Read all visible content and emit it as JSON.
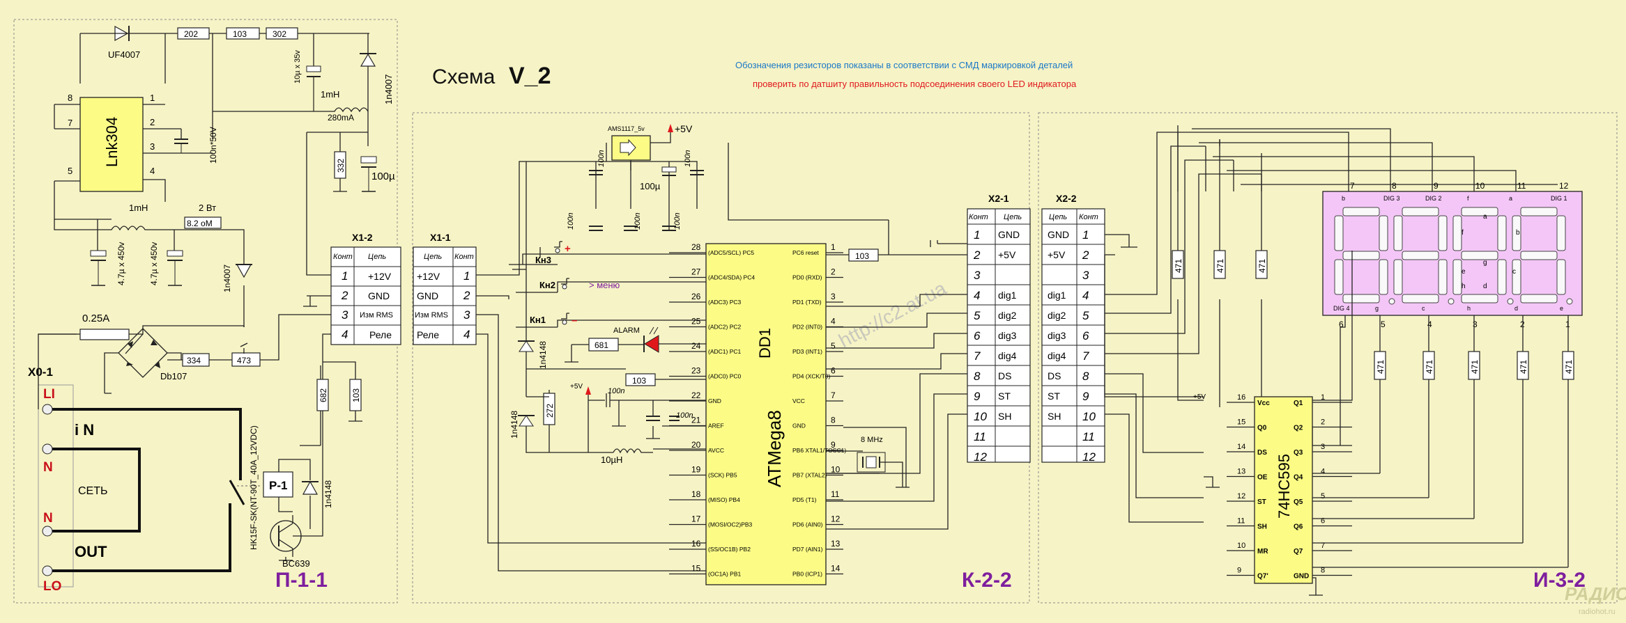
{
  "title": "Схема",
  "version": "V_2",
  "notes": {
    "smd": "Обозначения резисторов показаны в соответствии с СМД маркировкой деталей",
    "led": "проверить  по датшиту правильность подсоединения своего LED индикатора"
  },
  "colors": {
    "smd_note": "#1a78c8",
    "led_note": "#e0181c",
    "block_label": "#7e1f9e",
    "io_label": "#c8101a",
    "ic_fill": "#fbfb86"
  },
  "watermark": "http://c2.at.ua",
  "blocks": {
    "power": "П-1-1",
    "controller": "К-2-2",
    "indicator": "И-3-2"
  },
  "power": {
    "diode_in": "UF4007",
    "r_a": "202",
    "r_b": "103",
    "r_c": "302",
    "cap_10u": "10µ x 35v",
    "d_fly": "1n4007",
    "chip": "Lnk304",
    "cap_100n": "100n*50V",
    "ind_1": "1mH",
    "ind_1b": "280mA",
    "r_332": "332",
    "cap_100u": "100µ",
    "ind_2": "1mH",
    "pwr_2w": "2 Вт",
    "r_82": "8.2 оМ",
    "cap_bulk_1": "4.7µ x 450v",
    "cap_bulk_2": "4.7µ x 450v",
    "d_4007": "1n4007",
    "fuse": "0.25A",
    "bridge": "Db107",
    "r_334": "334",
    "r_473": "473",
    "r_682": "682",
    "r_103": "103",
    "relay": "Р-1",
    "relay_type": "HK15F-SK(NT-90T_40A_12VDC)",
    "d_4148": "1n4148",
    "transistor": "BC639",
    "x0": "X0-1",
    "terminals": {
      "li": "LI",
      "in": "i N",
      "n1": "N",
      "mains": "СЕТЬ",
      "n2": "N",
      "out": "OUT",
      "lo": "LO"
    }
  },
  "connector_x1_2": {
    "name": "X1-2",
    "h_num": "Конт",
    "h_sig": "Цепь",
    "rows": [
      {
        "n": "1",
        "s": "+12V"
      },
      {
        "n": "2",
        "s": "GND"
      },
      {
        "n": "3",
        "s": "Изм RMS"
      },
      {
        "n": "4",
        "s": "Реле"
      }
    ]
  },
  "connector_x1_1": {
    "name": "X1-1",
    "h_sig": "Цепь",
    "h_num": "Конт",
    "rows": [
      {
        "n": "1",
        "s": "+12V"
      },
      {
        "n": "2",
        "s": "GND"
      },
      {
        "n": "3",
        "s": "Изм RMS"
      },
      {
        "n": "4",
        "s": "Реле"
      }
    ]
  },
  "controller": {
    "ams": "AMS1117_5v",
    "v5": "+5V",
    "v5b": "+5V",
    "c1": "100n",
    "c2": "100n",
    "c3": "100n",
    "c4": "100n",
    "c5": "100n",
    "c6": "100n",
    "c7": "100n",
    "c_100u": "100µ",
    "kn3": "Кн3",
    "kn2": "Кн2",
    "kn1": "Кн1",
    "plus": "+",
    "menu": "> меню",
    "minus": "–",
    "alarm": "ALARM",
    "r681": "681",
    "r103a": "103",
    "r103b": "103",
    "d1": "1n4148",
    "d2": "1n4148",
    "r272": "272",
    "l10u": "10µH",
    "quartz": "8 MHz",
    "mcu": "ATMega8",
    "dd1": "DD1",
    "left_pins": [
      {
        "n": "28",
        "l": "(ADC5/SCL) PC5"
      },
      {
        "n": "27",
        "l": "(ADC4/SDA) PC4"
      },
      {
        "n": "26",
        "l": "(ADC3) PC3"
      },
      {
        "n": "25",
        "l": "(ADC2) PC2"
      },
      {
        "n": "24",
        "l": "(ADC1) PC1"
      },
      {
        "n": "23",
        "l": "(ADC0) PC0"
      },
      {
        "n": "22",
        "l": "GND"
      },
      {
        "n": "21",
        "l": "AREF"
      },
      {
        "n": "20",
        "l": "AVCC"
      },
      {
        "n": "19",
        "l": "(SCK) PB5"
      },
      {
        "n": "18",
        "l": "(MISO) PB4"
      },
      {
        "n": "17",
        "l": "(MOSI/OC2)PB3"
      },
      {
        "n": "16",
        "l": "(SS/OC1B) PB2"
      },
      {
        "n": "15",
        "l": "(OC1A) PB1"
      }
    ],
    "right_pins": [
      {
        "n": "1",
        "l": "PC6 reset"
      },
      {
        "n": "2",
        "l": "PD0 (RXD)"
      },
      {
        "n": "3",
        "l": "PD1 (TXD)"
      },
      {
        "n": "4",
        "l": "PD2 (INT0)"
      },
      {
        "n": "5",
        "l": "PD3 (INT1)"
      },
      {
        "n": "6",
        "l": "PD4 (XCK/T0)"
      },
      {
        "n": "7",
        "l": "VCC"
      },
      {
        "n": "8",
        "l": "GND"
      },
      {
        "n": "9",
        "l": "PB6 XTAL1/TOSC1)"
      },
      {
        "n": "10",
        "l": "PB7 (XTAL2)"
      },
      {
        "n": "11",
        "l": "PD5  (T1)"
      },
      {
        "n": "12",
        "l": "PD6 (AIN0)"
      },
      {
        "n": "13",
        "l": "PD7 (AIN1)"
      },
      {
        "n": "14",
        "l": "PB0 (ICP1)"
      }
    ]
  },
  "connector_x2_1": {
    "name": "X2-1",
    "h_num": "Конт",
    "h_sig": "Цепь",
    "rows": [
      {
        "n": "1",
        "s": "GND"
      },
      {
        "n": "2",
        "s": "+5V"
      },
      {
        "n": "3",
        "s": ""
      },
      {
        "n": "4",
        "s": "dig1"
      },
      {
        "n": "5",
        "s": "dig2"
      },
      {
        "n": "6",
        "s": "dig3"
      },
      {
        "n": "7",
        "s": "dig4"
      },
      {
        "n": "8",
        "s": "DS"
      },
      {
        "n": "9",
        "s": "ST"
      },
      {
        "n": "10",
        "s": "SH"
      },
      {
        "n": "11",
        "s": ""
      },
      {
        "n": "12",
        "s": ""
      }
    ]
  },
  "connector_x2_2": {
    "name": "X2-2",
    "h_sig": "Цепь",
    "h_num": "Конт",
    "rows": [
      {
        "n": "1",
        "s": "GND"
      },
      {
        "n": "2",
        "s": "+5V"
      },
      {
        "n": "3",
        "s": ""
      },
      {
        "n": "4",
        "s": "dig1"
      },
      {
        "n": "5",
        "s": "dig2"
      },
      {
        "n": "6",
        "s": "dig3"
      },
      {
        "n": "7",
        "s": "dig4"
      },
      {
        "n": "8",
        "s": "DS"
      },
      {
        "n": "9",
        "s": "ST"
      },
      {
        "n": "10",
        "s": "SH"
      },
      {
        "n": "11",
        "s": ""
      },
      {
        "n": "12",
        "s": ""
      }
    ]
  },
  "indicator": {
    "r471": "471",
    "top_pins": [
      "7",
      "8",
      "9",
      "10",
      "11",
      "12"
    ],
    "bottom_pins": [
      "6",
      "5",
      "4",
      "3",
      "2",
      "1"
    ],
    "top_labels": [
      "b",
      "DIG 3",
      "DIG 2",
      "f",
      "a",
      "DIG 1"
    ],
    "bottom_labels": [
      "DIG 4",
      "g",
      "c",
      "h",
      "d",
      "e"
    ],
    "seg_letters": {
      "a": "a",
      "b": "b",
      "f": "f",
      "g": "g",
      "e": "e",
      "c": "c",
      "h": "h",
      "d": "d"
    },
    "shift": "74HC595",
    "v5": "+5V",
    "left_pins": [
      {
        "n": "16",
        "l": "Vcc"
      },
      {
        "n": "15",
        "l": "Q0"
      },
      {
        "n": "14",
        "l": "DS"
      },
      {
        "n": "13",
        "l": "OE"
      },
      {
        "n": "12",
        "l": "ST"
      },
      {
        "n": "11",
        "l": "SH"
      },
      {
        "n": "10",
        "l": "MR"
      },
      {
        "n": "9",
        "l": "Q7'"
      }
    ],
    "right_pins": [
      {
        "n": "1",
        "l": "Q1"
      },
      {
        "n": "2",
        "l": "Q2"
      },
      {
        "n": "3",
        "l": "Q3"
      },
      {
        "n": "4",
        "l": "Q4"
      },
      {
        "n": "5",
        "l": "Q5"
      },
      {
        "n": "6",
        "l": "Q6"
      },
      {
        "n": "7",
        "l": "Q7"
      },
      {
        "n": "8",
        "l": "GND"
      }
    ]
  },
  "footer": {
    "logo": "РАДИОХОТ",
    "site": "radiohot.ru"
  }
}
